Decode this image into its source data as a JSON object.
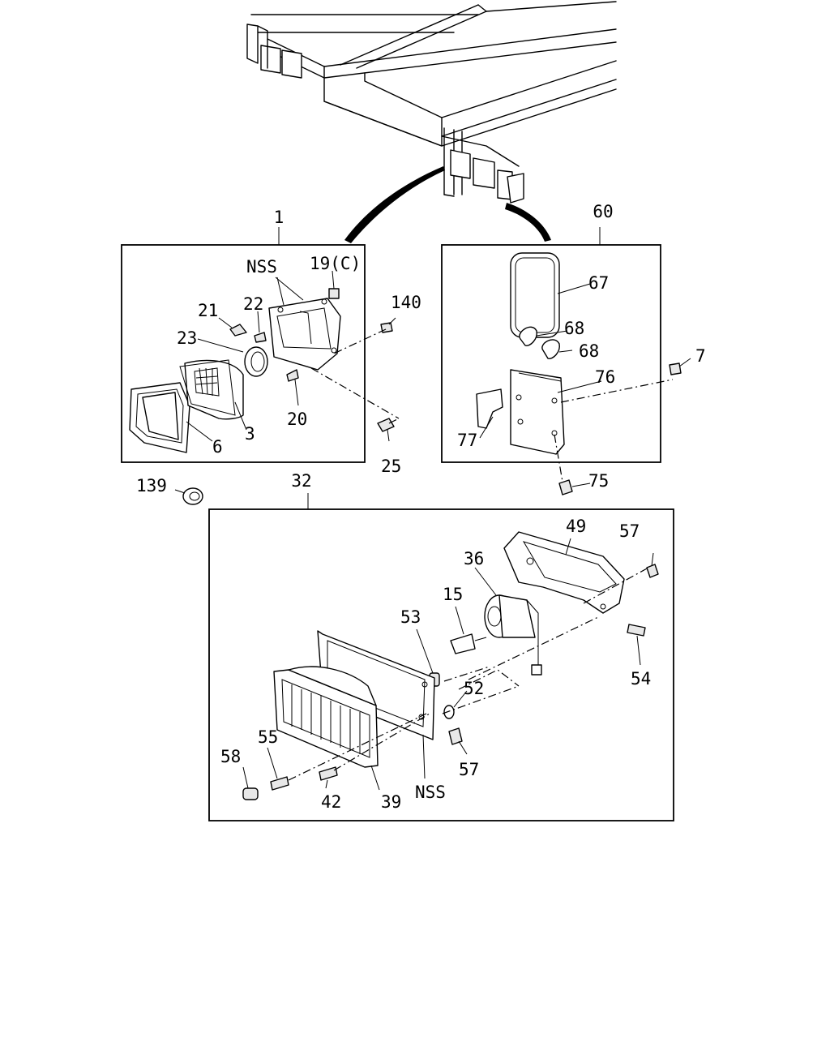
{
  "labels": {
    "assy_headlamp": "1",
    "assy_side_lamp": "60",
    "assy_fog_lamp": "32",
    "l_nss_1": "NSS",
    "l_19": "19(C)",
    "l_21": "21",
    "l_22": "22",
    "l_23": "23",
    "l_140": "140",
    "l_20": "20",
    "l_3": "3",
    "l_6": "6",
    "l_25": "25",
    "l_67": "67",
    "l_68a": "68",
    "l_68b": "68",
    "l_7": "7",
    "l_76": "76",
    "l_77": "77",
    "l_75": "75",
    "l_139": "139",
    "l_49": "49",
    "l_57a": "57",
    "l_36": "36",
    "l_15": "15",
    "l_53": "53",
    "l_52": "52",
    "l_54": "54",
    "l_57b": "57",
    "l_55": "55",
    "l_58": "58",
    "l_42": "42",
    "l_39": "39",
    "l_nss_2": "NSS"
  }
}
